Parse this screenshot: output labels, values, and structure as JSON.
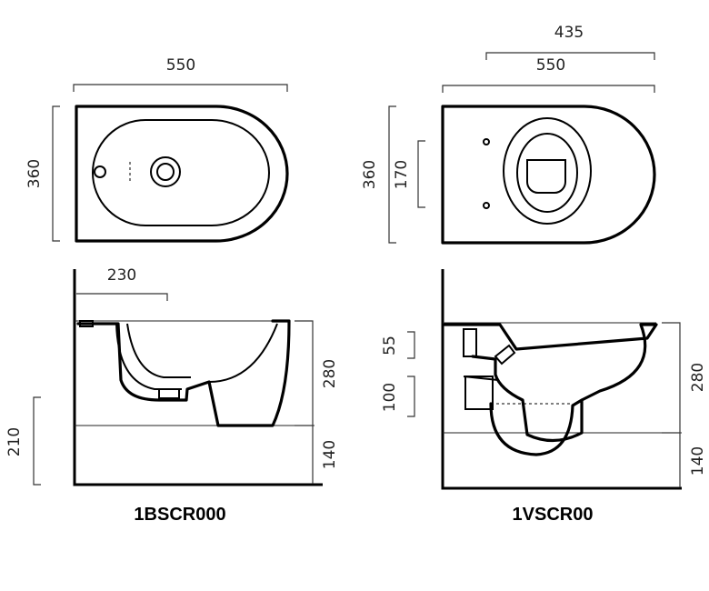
{
  "bidet": {
    "code": "1BSCR000",
    "dims": {
      "top_width": "550",
      "top_depth": "360",
      "side_offset": "230",
      "side_height": "280",
      "floor_height": "140",
      "inlet_height": "210"
    }
  },
  "wc": {
    "code": "1VSCR00",
    "dims": {
      "fixing_width": "435",
      "top_width": "550",
      "top_depth": "360",
      "fixing_depth": "170",
      "flush_inlet": "55",
      "waste_outlet": "100",
      "side_height": "280",
      "floor_height": "140"
    }
  }
}
